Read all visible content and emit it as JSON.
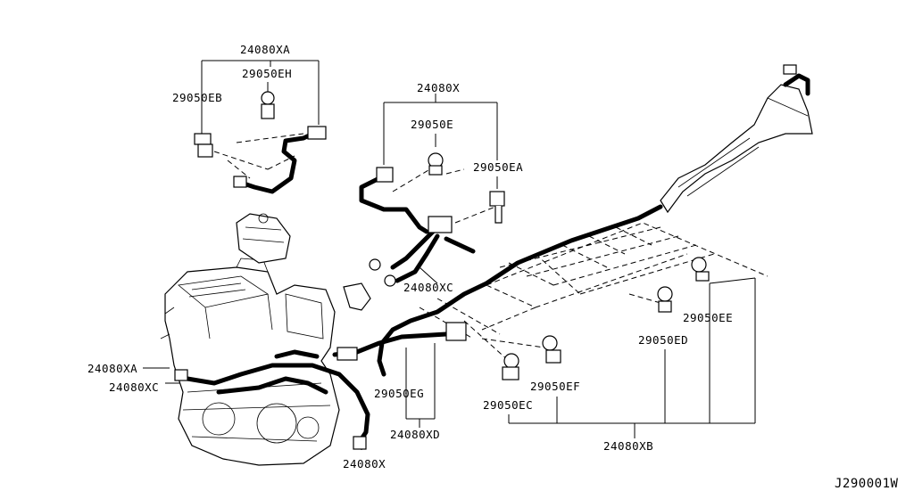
{
  "diagram_id": "J290001W",
  "labels": {
    "harness_top_left": "24080XA",
    "clip_eh": "29050EH",
    "clip_eb": "29050EB",
    "harness_top_mid": "24080X",
    "clip_e": "29050E",
    "clip_ea": "29050EA",
    "harness_xc_mid": "24080XC",
    "clip_ee": "29050EE",
    "clip_ed": "29050ED",
    "harness_xa_left": "24080XA",
    "harness_xc_left": "24080XC",
    "clip_eg": "29050EG",
    "clip_ef": "29050EF",
    "clip_ec": "29050EC",
    "harness_xd": "24080XD",
    "harness_xb": "24080XB",
    "harness_bottom": "24080X"
  }
}
